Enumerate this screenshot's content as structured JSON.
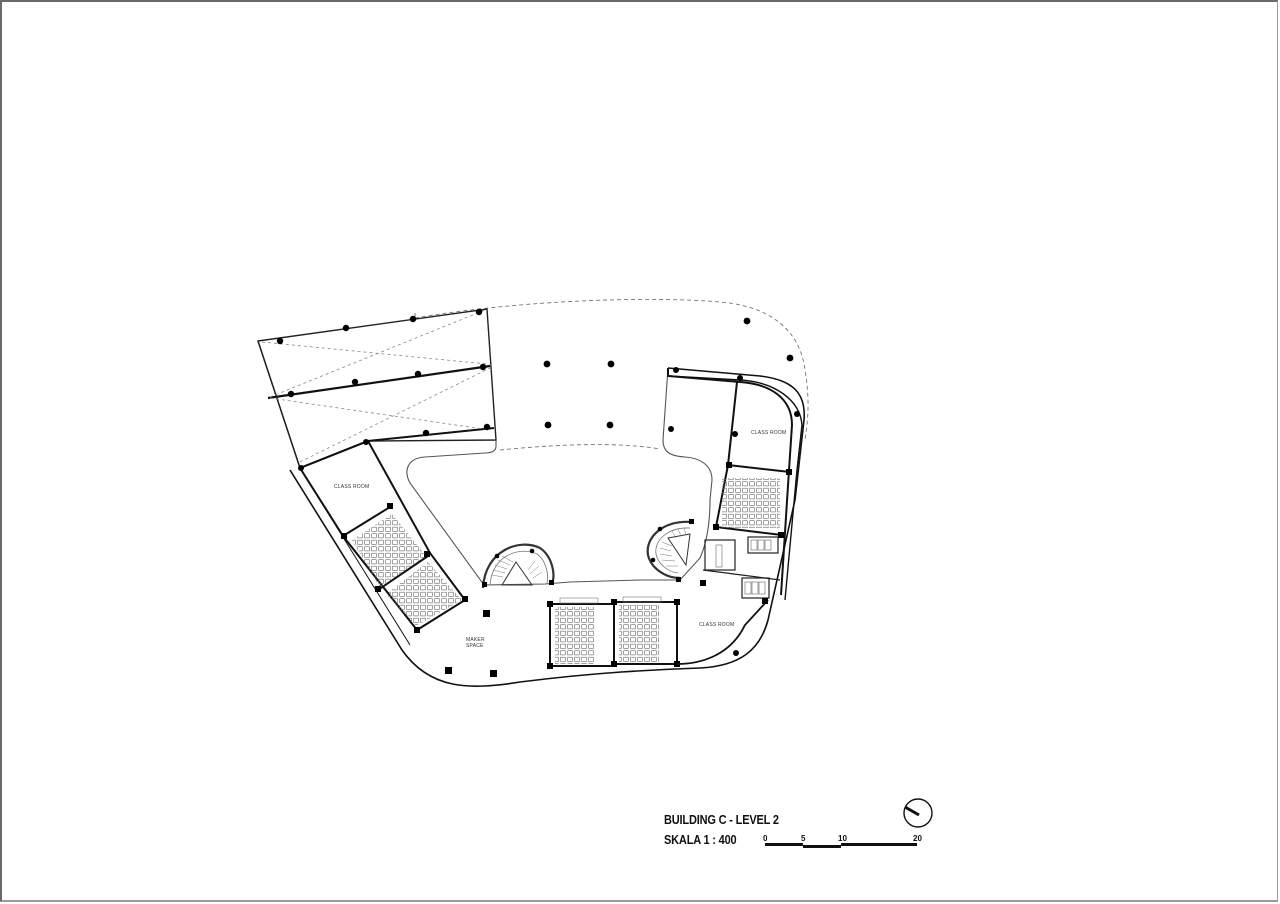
{
  "drawing": {
    "title": "BUILDING C - LEVEL 2",
    "scale_text": "SKALA 1 : 400",
    "scale_bar": {
      "ticks": [
        "0",
        "5",
        "10",
        "20"
      ],
      "unit": "m"
    },
    "north_arrow": "north-arrow-icon"
  },
  "rooms": [
    {
      "id": "classroom-west",
      "label": "CLASS ROOM"
    },
    {
      "id": "classroom-northeast",
      "label": "CLASS ROOM"
    },
    {
      "id": "classroom-southeast",
      "label": "CLASS ROOM"
    },
    {
      "id": "maker-space",
      "label_line1": "MAKER",
      "label_line2": "SPACE"
    },
    {
      "id": "lecture-west-1",
      "label": ""
    },
    {
      "id": "lecture-west-2",
      "label": ""
    },
    {
      "id": "lecture-south-1",
      "label": ""
    },
    {
      "id": "lecture-south-2",
      "label": ""
    },
    {
      "id": "lecture-east",
      "label": ""
    },
    {
      "id": "toilets",
      "label": ""
    }
  ],
  "colors": {
    "wall": "#111111",
    "thin_line": "#555555",
    "dashed": "#777777",
    "column": "#000000",
    "background": "#ffffff"
  }
}
